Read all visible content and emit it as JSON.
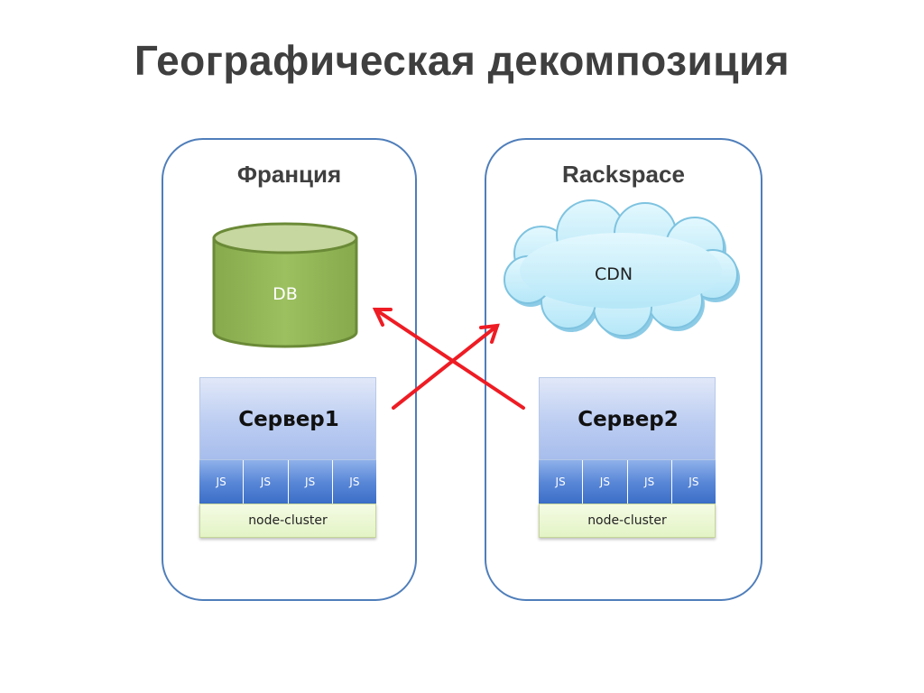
{
  "title": "Географическая декомпозиция",
  "regions": [
    {
      "title": "Франция",
      "storage_label": "DB",
      "server": {
        "name": "Сервер1",
        "workers": [
          "JS",
          "JS",
          "JS",
          "JS"
        ],
        "cluster": "node-cluster"
      }
    },
    {
      "title": "Rackspace",
      "storage_label": "CDN",
      "server": {
        "name": "Сервер2",
        "workers": [
          "JS",
          "JS",
          "JS",
          "JS"
        ],
        "cluster": "node-cluster"
      }
    }
  ],
  "colors": {
    "region_border": "#4f7eba",
    "db_fill": "#93b85a",
    "db_top": "#c6d79f",
    "cdn_fill": "#c9effb",
    "arrow": "#ee1c24",
    "worker": "#4a7bd0",
    "cluster": "#e6f5c9"
  },
  "arrows": [
    {
      "from": "Сервер1",
      "to": "CDN"
    },
    {
      "from": "Сервер2",
      "to": "DB"
    }
  ]
}
